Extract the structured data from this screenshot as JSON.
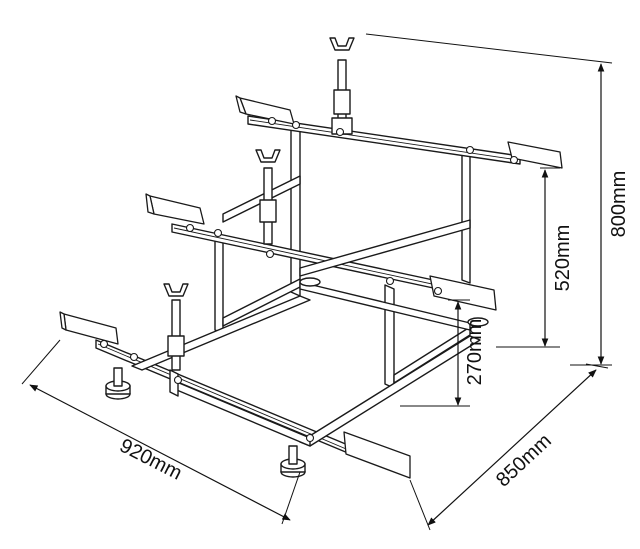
{
  "colors": {
    "line": "#1a1a1a",
    "background": "#ffffff"
  },
  "dimensions": {
    "width": "920mm",
    "depth": "850mm",
    "total_height": "800mm",
    "middle_height": "520mm",
    "lower_height": "270mm"
  }
}
